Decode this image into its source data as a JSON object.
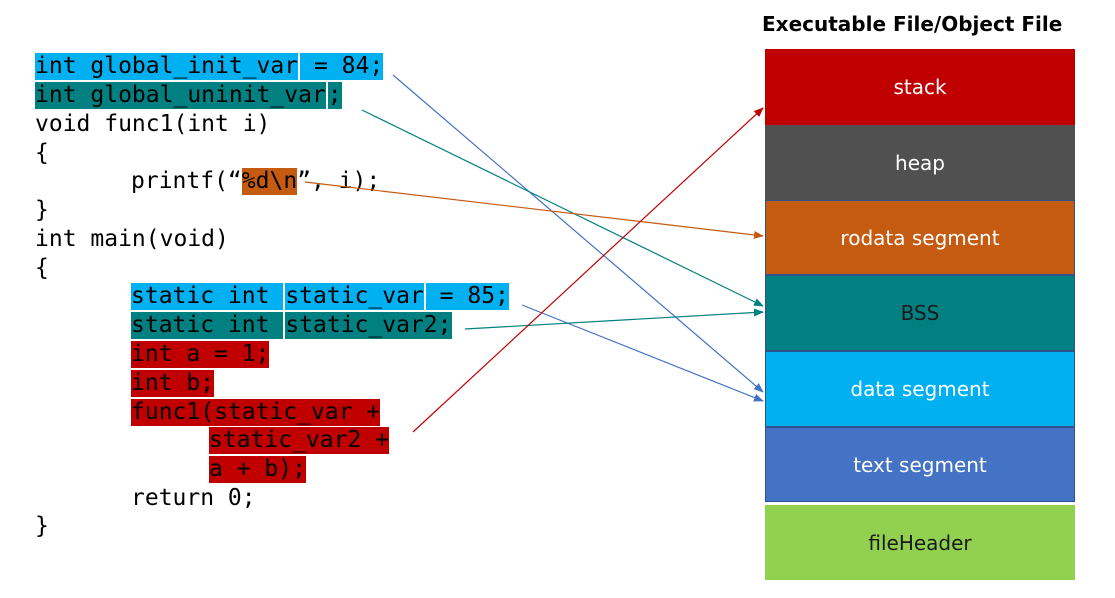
{
  "title": "Executable File/Object File",
  "colors": {
    "blue": "#00b0f0",
    "teal": "#008080",
    "orange": "#c55a11",
    "red": "#c00000",
    "gray": "#505050",
    "text_seg": "#4472c4",
    "green": "#92d050"
  },
  "segments": [
    {
      "id": "stack",
      "label": "stack",
      "color": "#c00000"
    },
    {
      "id": "heap",
      "label": "heap",
      "color": "#505050"
    },
    {
      "id": "rodata",
      "label": "rodata segment",
      "color": "#c55a11"
    },
    {
      "id": "bss",
      "label": "BSS",
      "color": "#008080",
      "dark_text": true
    },
    {
      "id": "data",
      "label": "data segment",
      "color": "#00b0f0"
    },
    {
      "id": "text",
      "label": "text segment",
      "color": "#4472c4"
    },
    {
      "id": "fileheader",
      "label": "fileHeader",
      "color": "#92d050",
      "dark_text": true
    }
  ],
  "code": {
    "l1a": "int global_init_var",
    "l1b": " = 84;",
    "l2a": "int global_uninit_var",
    "l2b": ";",
    "l3": "void func1(int i)",
    "l4": "{",
    "l5a": "printf(“",
    "l5b": "%d\\n",
    "l5c": "”, i);",
    "l6": "}",
    "l7": "int main(void)",
    "l8": "{",
    "l9a": "static int ",
    "l9b": "static_var",
    "l9c": " = 85;",
    "l10a": "static int ",
    "l10b": "static_var2;",
    "l11": "int a = 1;",
    "l12": "int b;",
    "l13": "func1(static_var +",
    "l14": "static_var2 +",
    "l15": "a + b);",
    "l16": "return 0;",
    "l17": "}"
  }
}
